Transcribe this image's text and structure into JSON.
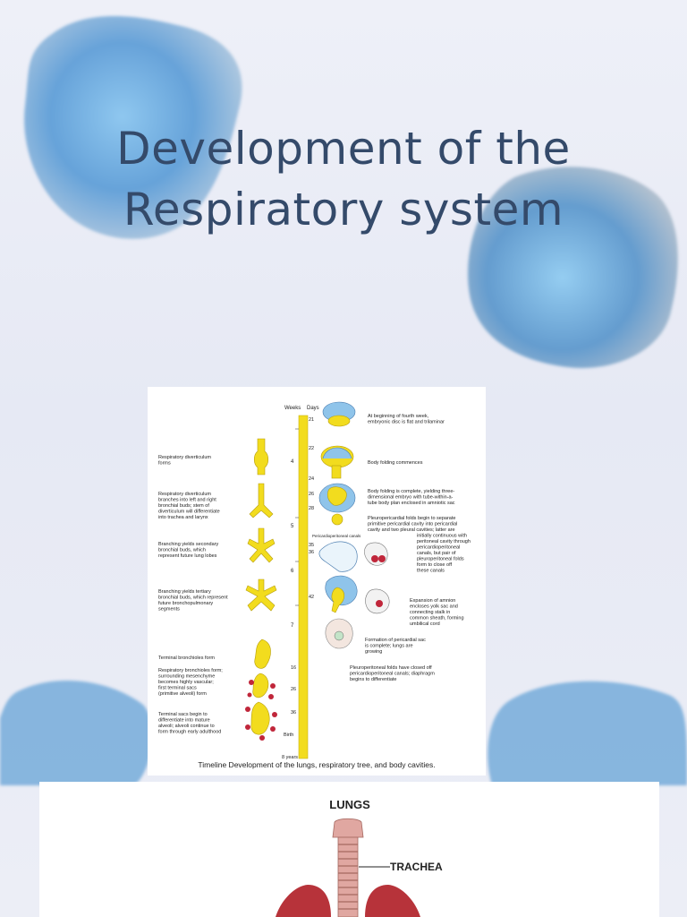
{
  "slide": {
    "title_line1": "Development of the",
    "title_line2": "Respiratory system"
  },
  "timeline_figure": {
    "caption": "Timeline Development of the lungs, respiratory tree, and body cavities.",
    "weeks_header": "Weeks",
    "days_header": "Days",
    "weeks_ticks": [
      "4",
      "5",
      "6",
      "7"
    ],
    "days_ticks": [
      "21",
      "22",
      "24",
      "26",
      "28",
      "35",
      "36",
      "42",
      "16",
      "26",
      "36",
      "Birth",
      "8 years"
    ],
    "left_labels": [
      [
        "Respiratory diverticulum",
        "forms"
      ],
      [
        "Respiratory diverticulum",
        "branches into left and right",
        "bronchial buds; stem of",
        "diverticulum will differentiate",
        "into trachea and larynx"
      ],
      [
        "Branching yields secondary",
        "bronchial buds, which",
        "represent future lung lobes"
      ],
      [
        "Branching yields tertiary",
        "bronchial buds, which represent",
        "future bronchopulmonary",
        "segments"
      ],
      [
        "Terminal bronchioles form"
      ],
      [
        "Respiratory bronchioles form;",
        "surrounding mesenchyme",
        "becomes highly vascular;",
        "first terminal sacs",
        "(primitive alveoli) form"
      ],
      [
        "Terminal sacs begin to",
        "differentiate into mature",
        "alveoli; alveoli continue to",
        "form through early adulthood"
      ]
    ],
    "right_labels": [
      [
        "At beginning of fourth week,",
        "embryonic disc is flat and trilaminar"
      ],
      [
        "Body folding commences"
      ],
      [
        "Body folding is complete, yielding three-",
        "dimensional embryo with tube-within-a-",
        "tube body plan enclosed in amniotic sac"
      ],
      [
        "Pleuropericardial folds begin to separate",
        "primitive pericardial cavity into pericardial",
        "cavity and two pleural cavities; latter are",
        "initially continuous with",
        "peritoneal cavity through",
        "pericardioperitoneal",
        "canals, but pair of",
        "pleuroperitoneal folds",
        "form to close off",
        "these canals"
      ],
      [
        "Expansion of amnion",
        "encloses yolk sac and",
        "connecting stalk in",
        "common sheath, forming",
        "umbilical cord"
      ],
      [
        "Formation of pericardial sac",
        "is complete; lungs are",
        "growing"
      ],
      [
        "Pleuroperitoneal folds have closed off",
        "pericardioperitoneal canals; diaphragm",
        "begins to differentiate"
      ]
    ],
    "canal_label": "Pericardioperitoneal canals"
  },
  "lungs_figure": {
    "title": "LUNGS",
    "trachea_label": "TRACHEA"
  },
  "colors": {
    "title": "#344a6a",
    "yellow": "#f2dc1e",
    "blue": "#8fc4ea",
    "lung_red": "#b7333a",
    "trachea_pink": "#e0a7a1"
  }
}
